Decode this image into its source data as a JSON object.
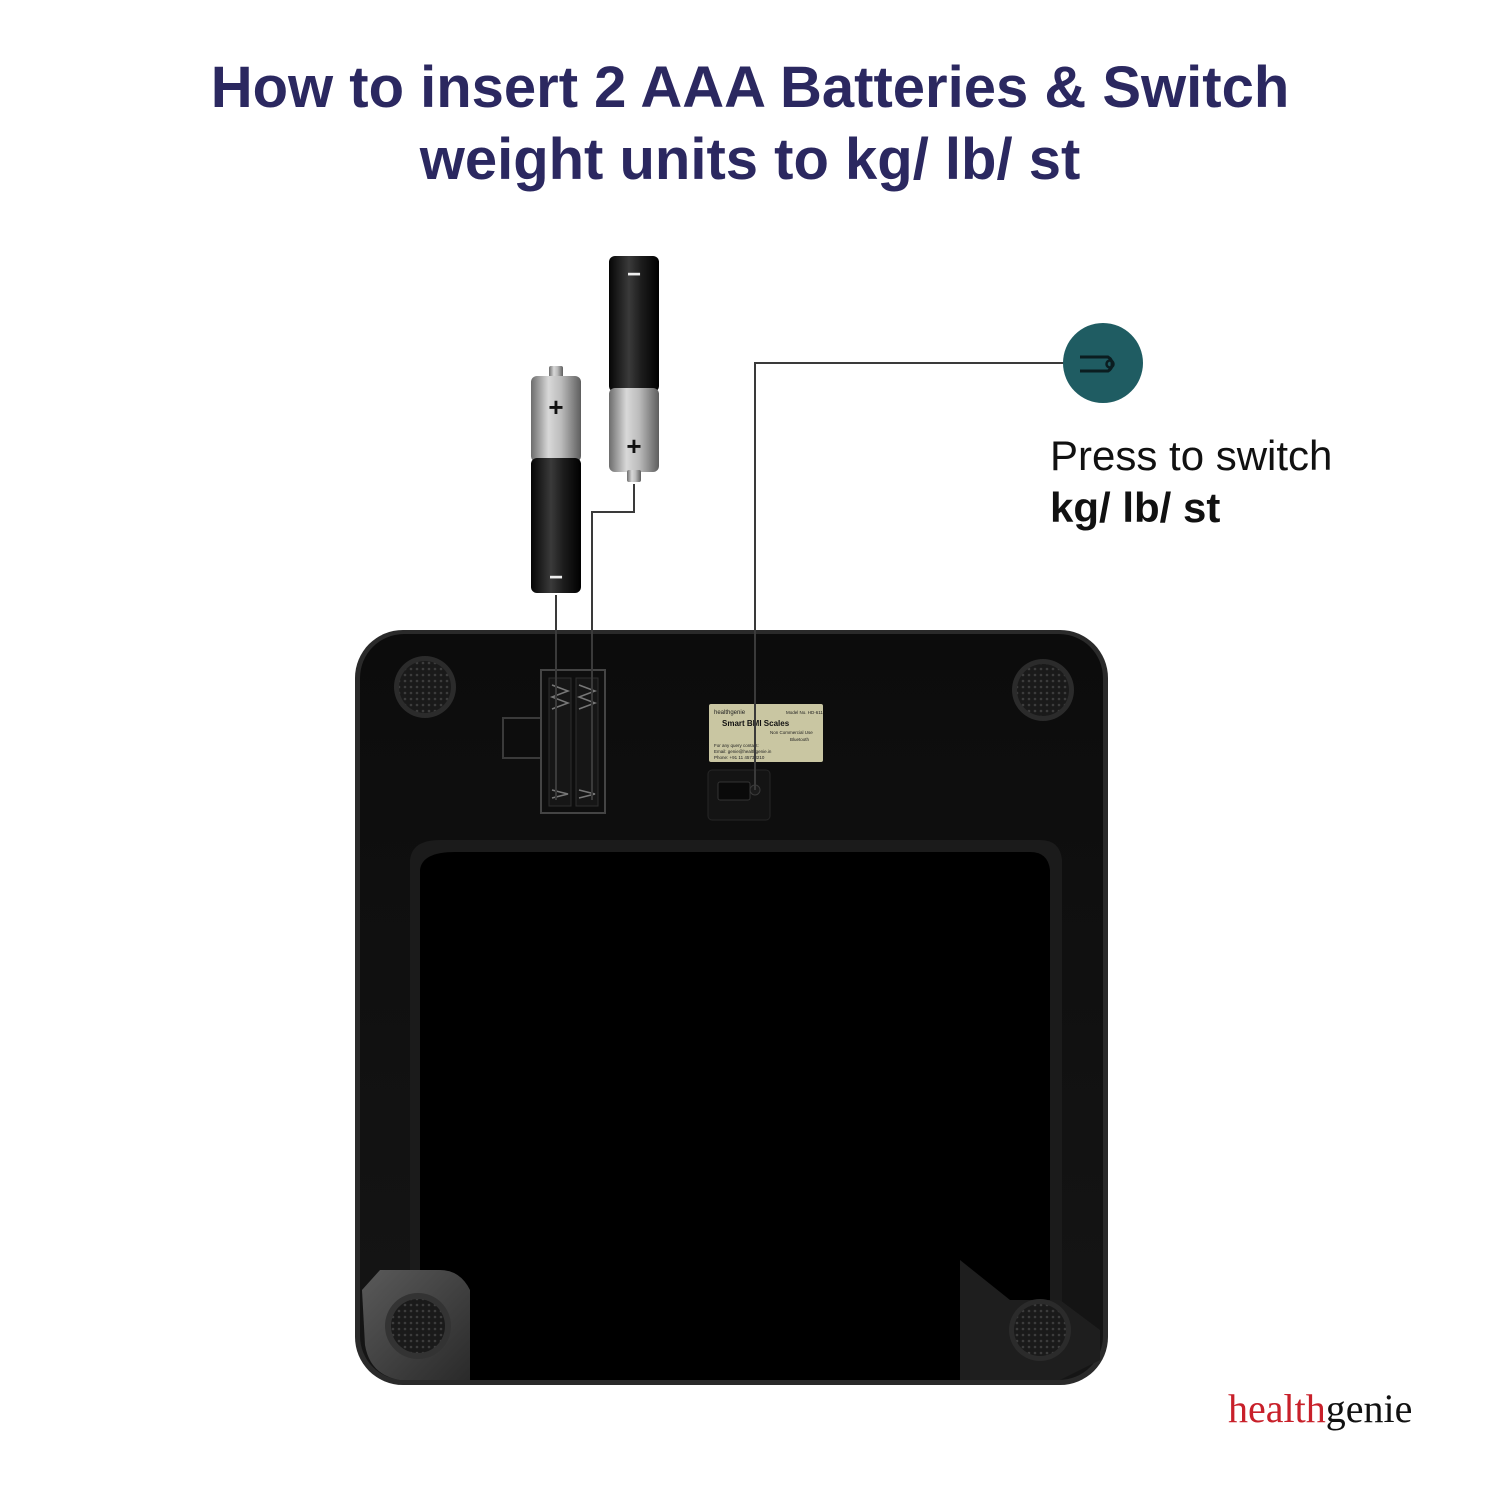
{
  "title": {
    "line1": "How to insert 2 AAA Batteries & Switch",
    "line2": "weight units to kg/ lb/ st"
  },
  "callout": {
    "line1": "Press to switch",
    "line2": "kg/ lb/ st",
    "icon": "unit-switch-button-icon",
    "icon_color": "#1f5c62"
  },
  "battery_left": {
    "top_mark": "+",
    "bottom_mark": "−"
  },
  "battery_right": {
    "top_mark": "−",
    "bottom_mark": "+"
  },
  "scale_label": {
    "brand": "healthgenie",
    "model": "Model No. HD-611",
    "product": "Smart BMI Scales",
    "usage": "Non Commercial Use",
    "bluetooth": "Bluetooth",
    "contact_heading": "For any query contact:",
    "email": "Email: genie@healthgenie.in",
    "phone": "Phone: +91 11 45733210"
  },
  "logo": {
    "part1": "health",
    "part2": "genie"
  },
  "colors": {
    "title": "#2b2860",
    "accent_teal": "#1f5c62",
    "logo_red": "#c8202a"
  }
}
